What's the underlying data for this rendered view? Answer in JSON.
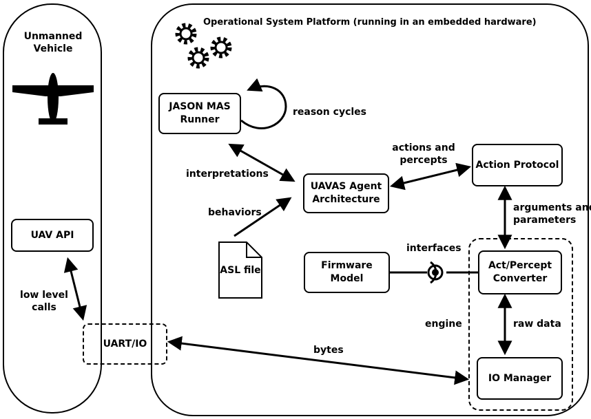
{
  "vehicle": {
    "title_line1": "Unmanned",
    "title_line2": "Vehicle",
    "api_label": "UAV API",
    "low_level_line1": "low level",
    "low_level_line2": "calls",
    "uart_label": "UART/IO"
  },
  "platform": {
    "title": "Operational System Platform (running in an embedded hardware)",
    "jason_line1": "JASON MAS",
    "jason_line2": "Runner",
    "reason_cycles": "reason cycles",
    "interpretations": "interpretations",
    "behaviors": "behaviors",
    "asl_file": "ASL file",
    "agent_line1": "UAVAS Agent",
    "agent_line2": "Architecture",
    "actions_line1": "actions and",
    "actions_line2": "percepts",
    "action_protocol": "Action Protocol",
    "arguments_line1": "arguments and",
    "arguments_line2": "parameters",
    "firmware_line1": "Firmware",
    "firmware_line2": "Model",
    "interfaces": "interfaces",
    "converter_line1": "Act/Percept",
    "converter_line2": "Converter",
    "engine": "engine",
    "raw_data": "raw data",
    "io_manager": "IO Manager",
    "bytes": "bytes"
  }
}
